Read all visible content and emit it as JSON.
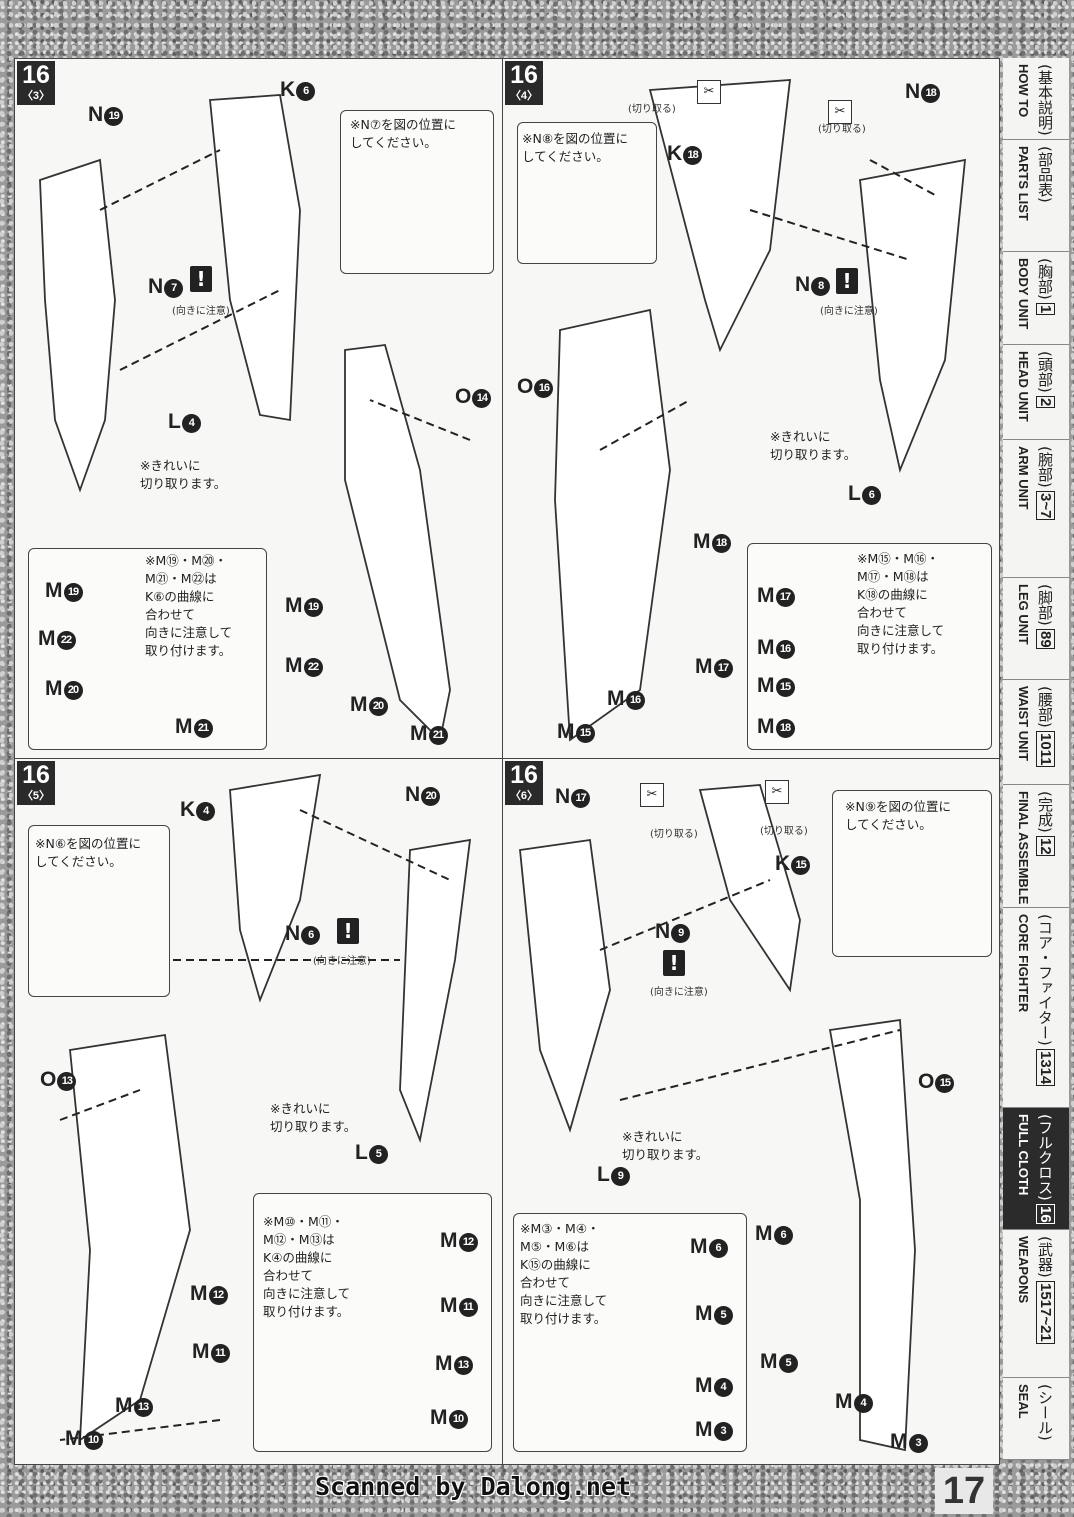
{
  "page_number": "17",
  "footer": "Scanned by Dalong.net",
  "caution_label": "(向きに注意)",
  "cut_label": "(切り取る)",
  "sidebar": [
    {
      "jp": "(基本説明)",
      "en": "HOW TO",
      "nums": ""
    },
    {
      "jp": "(部品表)",
      "en": "PARTS LIST",
      "nums": ""
    },
    {
      "jp": "(胸部)",
      "en": "BODY UNIT",
      "nums": "1"
    },
    {
      "jp": "(頭部)",
      "en": "HEAD UNIT",
      "nums": "2"
    },
    {
      "jp": "(腕部)",
      "en": "ARM UNIT",
      "nums": "3~7"
    },
    {
      "jp": "(脚部)",
      "en": "LEG UNIT",
      "nums": "89"
    },
    {
      "jp": "(腰部)",
      "en": "WAIST UNIT",
      "nums": "1011"
    },
    {
      "jp": "(完成)",
      "en": "FINAL ASSEMBLE",
      "nums": "12"
    },
    {
      "jp": "(コア・ファイター)",
      "en": "CORE FIGHTER",
      "nums": "1314"
    },
    {
      "jp": "(フルクロス)",
      "en": "FULL CLOTH",
      "nums": "16"
    },
    {
      "jp": "(武器)",
      "en": "WEAPONS",
      "nums": "1517~21"
    },
    {
      "jp": "(シール)",
      "en": "SEAL",
      "nums": ""
    }
  ],
  "panels": [
    {
      "step": "16",
      "sub": "〈3〉",
      "position_note": "※N⑦を図の位置に\nしてください。",
      "cut_note": "※きれいに\n切り取ります。",
      "attach_note": "※M⑲・M⑳・\nM㉑・M㉒は\nK⑥の曲線に\n合わせて\n向きに注意して\n取り付けます。",
      "parts": [
        {
          "l": "N",
          "n": "19"
        },
        {
          "l": "K",
          "n": "6"
        },
        {
          "l": "N",
          "n": "7"
        },
        {
          "l": "L",
          "n": "4"
        },
        {
          "l": "O",
          "n": "14"
        },
        {
          "l": "M",
          "n": "19"
        },
        {
          "l": "M",
          "n": "22"
        },
        {
          "l": "M",
          "n": "20"
        },
        {
          "l": "M",
          "n": "21"
        },
        {
          "l": "M",
          "n": "19"
        },
        {
          "l": "M",
          "n": "22"
        },
        {
          "l": "M",
          "n": "20"
        },
        {
          "l": "M",
          "n": "21"
        }
      ]
    },
    {
      "step": "16",
      "sub": "〈4〉",
      "position_note": "※N⑧を図の位置に\nしてください。",
      "cut_note": "※きれいに\n切り取ります。",
      "attach_note": "※M⑮・M⑯・\nM⑰・M⑱は\nK⑱の曲線に\n合わせて\n向きに注意して\n取り付けます。",
      "parts": [
        {
          "l": "N",
          "n": "18"
        },
        {
          "l": "K",
          "n": "18"
        },
        {
          "l": "N",
          "n": "8"
        },
        {
          "l": "O",
          "n": "16"
        },
        {
          "l": "L",
          "n": "6"
        },
        {
          "l": "M",
          "n": "18"
        },
        {
          "l": "M",
          "n": "17"
        },
        {
          "l": "M",
          "n": "16"
        },
        {
          "l": "M",
          "n": "15"
        },
        {
          "l": "M",
          "n": "18"
        },
        {
          "l": "M",
          "n": "17"
        },
        {
          "l": "M",
          "n": "16"
        },
        {
          "l": "M",
          "n": "15"
        }
      ]
    },
    {
      "step": "16",
      "sub": "〈5〉",
      "position_note": "※N⑥を図の位置に\nしてください。",
      "cut_note": "※きれいに\n切り取ります。",
      "attach_note": "※M⑩・M⑪・\nM⑫・M⑬は\nK④の曲線に\n合わせて\n向きに注意して\n取り付けます。",
      "parts": [
        {
          "l": "K",
          "n": "4"
        },
        {
          "l": "N",
          "n": "20"
        },
        {
          "l": "N",
          "n": "6"
        },
        {
          "l": "O",
          "n": "13"
        },
        {
          "l": "L",
          "n": "5"
        },
        {
          "l": "M",
          "n": "12"
        },
        {
          "l": "M",
          "n": "11"
        },
        {
          "l": "M",
          "n": "13"
        },
        {
          "l": "M",
          "n": "10"
        },
        {
          "l": "M",
          "n": "12"
        },
        {
          "l": "M",
          "n": "11"
        },
        {
          "l": "M",
          "n": "13"
        },
        {
          "l": "M",
          "n": "10"
        }
      ]
    },
    {
      "step": "16",
      "sub": "〈6〉",
      "position_note": "※N⑨を図の位置に\nしてください。",
      "cut_note": "※きれいに\n切り取ります。",
      "attach_note": "※M③・M④・\nM⑤・M⑥は\nK⑮の曲線に\n合わせて\n向きに注意して\n取り付けます。",
      "parts": [
        {
          "l": "N",
          "n": "17"
        },
        {
          "l": "K",
          "n": "15"
        },
        {
          "l": "N",
          "n": "9"
        },
        {
          "l": "O",
          "n": "15"
        },
        {
          "l": "L",
          "n": "9"
        },
        {
          "l": "M",
          "n": "6"
        },
        {
          "l": "M",
          "n": "5"
        },
        {
          "l": "M",
          "n": "4"
        },
        {
          "l": "M",
          "n": "3"
        },
        {
          "l": "M",
          "n": "6"
        },
        {
          "l": "M",
          "n": "5"
        },
        {
          "l": "M",
          "n": "4"
        },
        {
          "l": "M",
          "n": "3"
        }
      ]
    }
  ]
}
